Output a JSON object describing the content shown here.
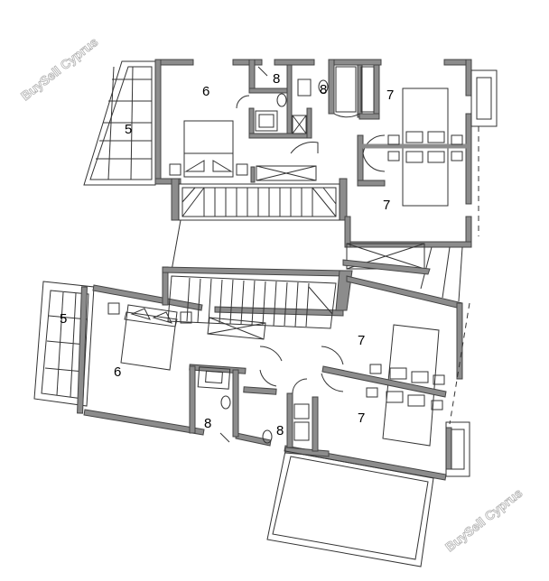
{
  "watermark": {
    "text": "BuySell Cyprus"
  },
  "rooms": [
    {
      "id": "upper-balcony",
      "label": "5"
    },
    {
      "id": "upper-bedroom",
      "label": "6"
    },
    {
      "id": "upper-bath-a",
      "label": "8"
    },
    {
      "id": "upper-bath-b",
      "label": "8"
    },
    {
      "id": "upper-dining",
      "label": "7"
    },
    {
      "id": "upper-living",
      "label": "7"
    },
    {
      "id": "lower-balcony",
      "label": "5"
    },
    {
      "id": "lower-bedroom",
      "label": "6"
    },
    {
      "id": "lower-bath-a",
      "label": "8"
    },
    {
      "id": "lower-bath-b",
      "label": "8"
    },
    {
      "id": "lower-dining",
      "label": "7"
    },
    {
      "id": "lower-living",
      "label": "7"
    }
  ]
}
